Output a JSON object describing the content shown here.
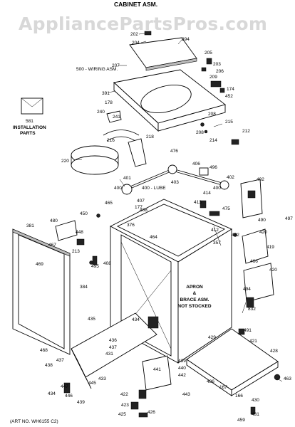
{
  "header": {
    "watermark": "AppliancePartsPros.com",
    "title": "CABINET ASM."
  },
  "notes": {
    "wiring": "500 - WIRING ASM.",
    "lube": "400 - LUBE",
    "apron": [
      "APRON",
      "&",
      "BRACE ASM.",
      "NOT STOCKED",
      ""
    ],
    "card": [
      "581",
      "INSTALLATION",
      "PARTS"
    ],
    "art": "(ART NO. WH6155 C2)"
  },
  "part_labels": [
    {
      "text": "202"
    },
    {
      "text": "204"
    },
    {
      "text": "394"
    },
    {
      "text": "207"
    },
    {
      "text": "205"
    },
    {
      "text": "203"
    },
    {
      "text": "206"
    },
    {
      "text": "209"
    },
    {
      "text": "174"
    },
    {
      "text": "452"
    },
    {
      "text": "391"
    },
    {
      "text": "178"
    },
    {
      "text": "240"
    },
    {
      "text": "241"
    },
    {
      "text": "208"
    },
    {
      "text": "215"
    },
    {
      "text": "208"
    },
    {
      "text": "214"
    },
    {
      "text": "212"
    },
    {
      "text": "216"
    },
    {
      "text": "218"
    },
    {
      "text": "220"
    },
    {
      "text": "476"
    },
    {
      "text": "406"
    },
    {
      "text": "496"
    },
    {
      "text": "401"
    },
    {
      "text": "400"
    },
    {
      "text": "402"
    },
    {
      "text": "403"
    },
    {
      "text": "400"
    },
    {
      "text": "492"
    },
    {
      "text": "414"
    },
    {
      "text": "413"
    },
    {
      "text": "407"
    },
    {
      "text": "465"
    },
    {
      "text": "177"
    },
    {
      "text": "408"
    },
    {
      "text": "475"
    },
    {
      "text": "450"
    },
    {
      "text": "376"
    },
    {
      "text": "490"
    },
    {
      "text": "497"
    },
    {
      "text": "381"
    },
    {
      "text": "480"
    },
    {
      "text": "412"
    },
    {
      "text": "357"
    },
    {
      "text": "432"
    },
    {
      "text": "420"
    },
    {
      "text": "448"
    },
    {
      "text": "464"
    },
    {
      "text": "467"
    },
    {
      "text": "213"
    },
    {
      "text": "419"
    },
    {
      "text": "469"
    },
    {
      "text": "495"
    },
    {
      "text": "408"
    },
    {
      "text": "466"
    },
    {
      "text": "420"
    },
    {
      "text": "384"
    },
    {
      "text": "494"
    },
    {
      "text": "832"
    },
    {
      "text": "435"
    },
    {
      "text": "434"
    },
    {
      "text": "491"
    },
    {
      "text": "436"
    },
    {
      "text": "437"
    },
    {
      "text": "428"
    },
    {
      "text": "429"
    },
    {
      "text": "421"
    },
    {
      "text": "468"
    },
    {
      "text": "431"
    },
    {
      "text": "437"
    },
    {
      "text": "439"
    },
    {
      "text": "438"
    },
    {
      "text": "441"
    },
    {
      "text": "440"
    },
    {
      "text": "442"
    },
    {
      "text": "486"
    },
    {
      "text": "463"
    },
    {
      "text": "433"
    },
    {
      "text": "447"
    },
    {
      "text": "445"
    },
    {
      "text": "167"
    },
    {
      "text": "166"
    },
    {
      "text": "434"
    },
    {
      "text": "446"
    },
    {
      "text": "422"
    },
    {
      "text": "443"
    },
    {
      "text": "430"
    },
    {
      "text": "439"
    },
    {
      "text": "423"
    },
    {
      "text": "425"
    },
    {
      "text": "426"
    },
    {
      "text": "459"
    },
    {
      "text": "431"
    }
  ]
}
